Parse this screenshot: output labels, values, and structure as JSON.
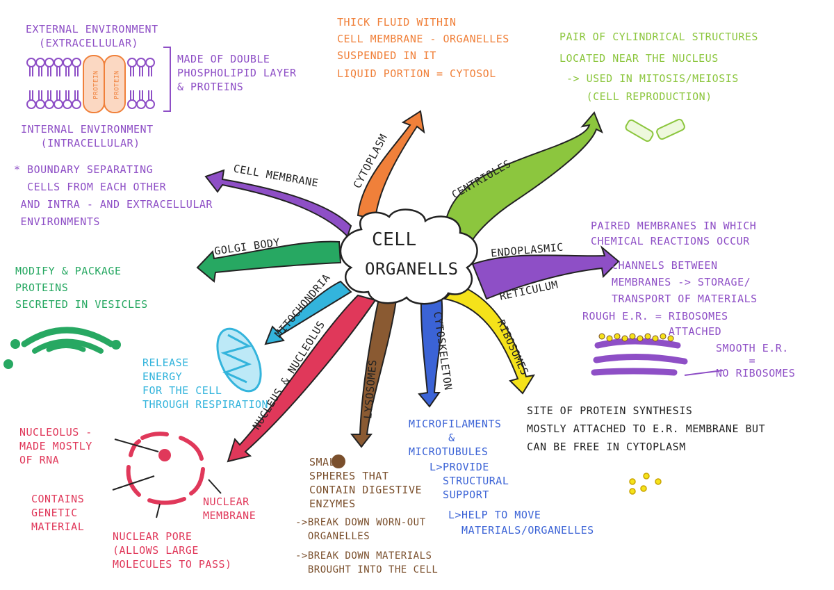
{
  "center": {
    "line1": "CELL",
    "line2": "ORGANELLS"
  },
  "branches": {
    "cell_membrane": "CELL MEMBRANE",
    "cytoplasm": "CYTOPLASM",
    "centrioles": "CENTRIOLES",
    "er1": "ENDOPLASMIC",
    "er2": "RETICULUM",
    "ribosomes": "RIBOSOMES",
    "cytoskeleton": "CYTOSKELETON",
    "lysosomes": "LYSOSOMES",
    "nucleus": "NUCLEUS & NUCLEOLUS",
    "mitochondria": "MITOCHONDRIA",
    "golgi": "GOLGI BODY"
  },
  "cell_membrane": {
    "external": "EXTERNAL ENVIRONMENT\n  (EXTRACELLULAR)",
    "made_of": "MADE OF DOUBLE\nPHOSPHOLIPID LAYER\n& PROTEINS",
    "protein_label": "PROTEIN",
    "internal": "INTERNAL ENVIRONMENT\n   (INTRACELLULAR)",
    "boundary": "* BOUNDARY SEPARATING\n  CELLS FROM EACH OTHER\n AND INTRA - AND EXTRACELLULAR\n ENVIRONMENTS"
  },
  "cytoplasm": {
    "desc": "THICK FLUID WITHIN\nCELL MEMBRANE - ORGANELLES\nSUSPENDED IN IT",
    "cytosol": "LIQUID PORTION = CYTOSOL"
  },
  "centrioles": {
    "desc": "PAIR OF CYLINDRICAL STRUCTURES\nLOCATED NEAR THE NUCLEUS",
    "use": "-> USED IN MITOSIS/MEIOSIS\n   (CELL REPRODUCTION)"
  },
  "er": {
    "desc": "PAIRED MEMBRANES IN WHICH\nCHEMICAL REACTIONS OCCUR",
    "channels": "CHANNELS BETWEEN\nMEMBRANES -> STORAGE/\nTRANSPORT OF MATERIALS",
    "rough": "ROUGH E.R. = RIBOSOMES\n             ATTACHED",
    "smooth": "SMOOTH E.R.\n     =\nNO RIBOSOMES"
  },
  "golgi": {
    "desc": "MODIFY & PACKAGE\nPROTEINS\nSECRETED IN VESICLES"
  },
  "mitochondria": {
    "desc": "RELEASE\nENERGY\nFOR THE CELL\nTHROUGH RESPIRATION"
  },
  "nucleus": {
    "nucleolus": "NUCLEOLUS -\nMADE MOSTLY\nOF RNA",
    "genetic": "CONTAINS\nGENETIC\nMATERIAL",
    "membrane": "NUCLEAR\nMEMBRANE",
    "pore": "NUCLEAR PORE\n(ALLOWS LARGE\nMOLECULES TO PASS)"
  },
  "lysosomes": {
    "desc": "SMALL\nSPHERES THAT\nCONTAIN DIGESTIVE\nENZYMES",
    "b1": "->BREAK DOWN WORN-OUT\n  ORGANELLES",
    "b2": "->BREAK DOWN MATERIALS\n  BROUGHT INTO THE CELL"
  },
  "cytoskeleton": {
    "desc": "MICROFILAMENTS\n      &\nMICROTUBULES",
    "p1": "L>PROVIDE\n  STRUCTURAL\n  SUPPORT",
    "p2": "L>HELP TO MOVE\n  MATERIALS/ORGANELLES"
  },
  "ribosomes": {
    "desc": "SITE OF PROTEIN SYNTHESIS\nMOSTLY ATTACHED TO E.R. MEMBRANE BUT\nCAN BE FREE IN CYTOPLASM"
  },
  "colors": {
    "cell_membrane": "#8e4fc6",
    "cytoplasm": "#f0803a",
    "centrioles": "#8cc63e",
    "er": "#8e4fc6",
    "ribosomes": "#f5e21a",
    "cytoskeleton": "#3b63d6",
    "lysosomes": "#8a5a32",
    "nucleus": "#e0385a",
    "mitochondria": "#33b4dc",
    "golgi": "#27a862"
  }
}
